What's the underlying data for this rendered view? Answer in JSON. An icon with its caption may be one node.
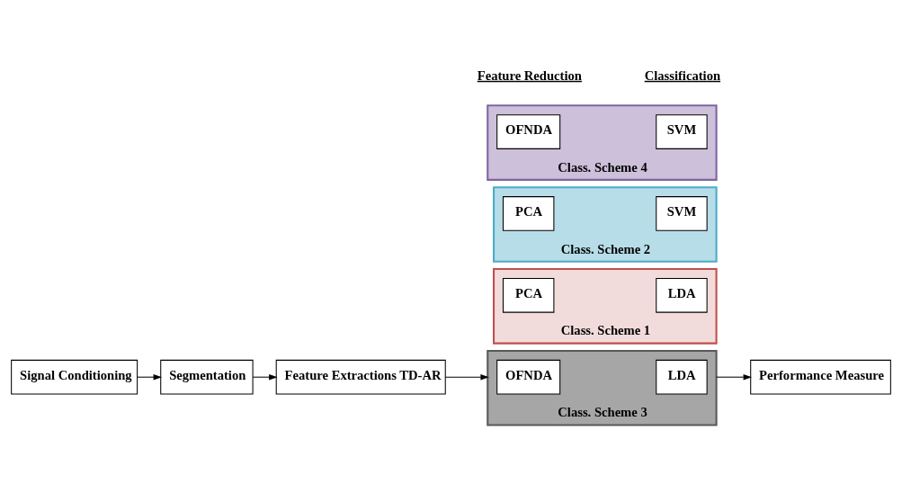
{
  "diagram": {
    "nodes": [
      {
        "text": [
          "Signal Conditioning"
        ]
      },
      {
        "text": [
          "Segmentation"
        ]
      },
      {
        "text": [
          "Feature Extractions TD-AR"
        ]
      },
      {
        "text": [
          "Class. Scheme 1"
        ]
      },
      {
        "text": [
          "PCA"
        ],
        "in": 3
      },
      {
        "text": [
          "LDA"
        ],
        "in": 3
      },
      {
        "text": [
          "Class. Scheme 2"
        ]
      },
      {
        "text": [
          "PCA"
        ],
        "in": 6
      },
      {
        "text": [
          "SVM"
        ],
        "in": 6
      },
      {
        "text": [
          "Class. Scheme 3"
        ]
      },
      {
        "text": [
          "OFNDA"
        ],
        "in": 9
      },
      {
        "text": [
          "LDA"
        ],
        "in": 9
      },
      {
        "text": [
          "Class. Scheme 4"
        ]
      },
      {
        "text": [
          "OFNDA"
        ],
        "in": 12
      },
      {
        "text": [
          "SVM"
        ],
        "in": 12
      },
      {
        "text": [
          "Performance Measure"
        ]
      }
    ],
    "edges": [
      {
        "from": 0,
        "to": 1,
        "arrow": "to"
      },
      {
        "from": 1,
        "to": 2,
        "arrow": "to"
      },
      {
        "from": 2,
        "to": 9,
        "arrow": "to"
      },
      {
        "from": 9,
        "to": 15,
        "arrow": "to"
      }
    ],
    "labels": [
      "Feature Reduction",
      "Classification"
    ]
  }
}
